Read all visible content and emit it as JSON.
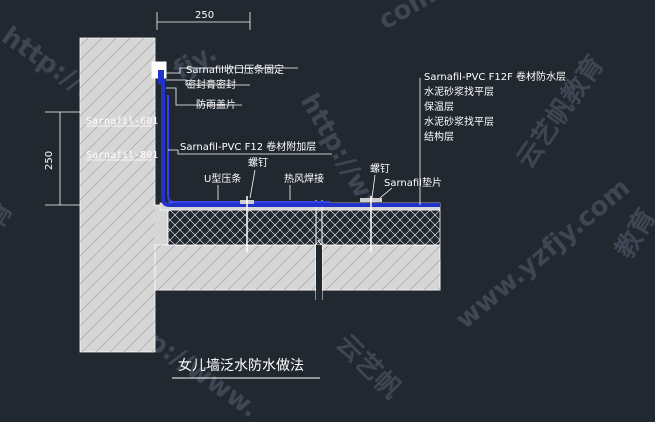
{
  "drawing": {
    "title": "女儿墙泛水防水做法",
    "dimensions": {
      "top": "250",
      "left": "250"
    },
    "labels": {
      "fixing_strip": "Sarnafil收口压条固定",
      "sealant": "密封膏密封",
      "rain_cap": "防雨盖片",
      "sarnafil_601": "Sarnafil-601",
      "sarnafil_801": "Sarnafil-801",
      "pvc_f12": "Sarnafil-PVC F12 卷材附加层",
      "u_strip": "U型压条",
      "screw_1": "螺钉",
      "hot_air_weld": "热风焊接",
      "screw_2": "螺钉",
      "sarnafil_pad": "Sarnafil垫片"
    },
    "layers": [
      "Sarnafil-PVC F12F 卷材防水层",
      "水泥砂浆找平层",
      "保温层",
      "水泥砂浆找平层",
      "结构层"
    ],
    "watermarks": {
      "url_1": "http://www.",
      "url_2": "http://www.",
      "url_3": "www.yzfjy.com",
      "url_4": "http://www.",
      "brand_1": "云艺帆教育",
      "brand_2": "云艺帆",
      "brand_3": "教育",
      "fragment_1": "com",
      "fragment_2": "fjy.",
      "fragment_3": "育"
    },
    "colors": {
      "background": "#212830",
      "concrete": "#d6d6d6",
      "membrane": "#2233cc",
      "lines": "#ffffff"
    }
  }
}
